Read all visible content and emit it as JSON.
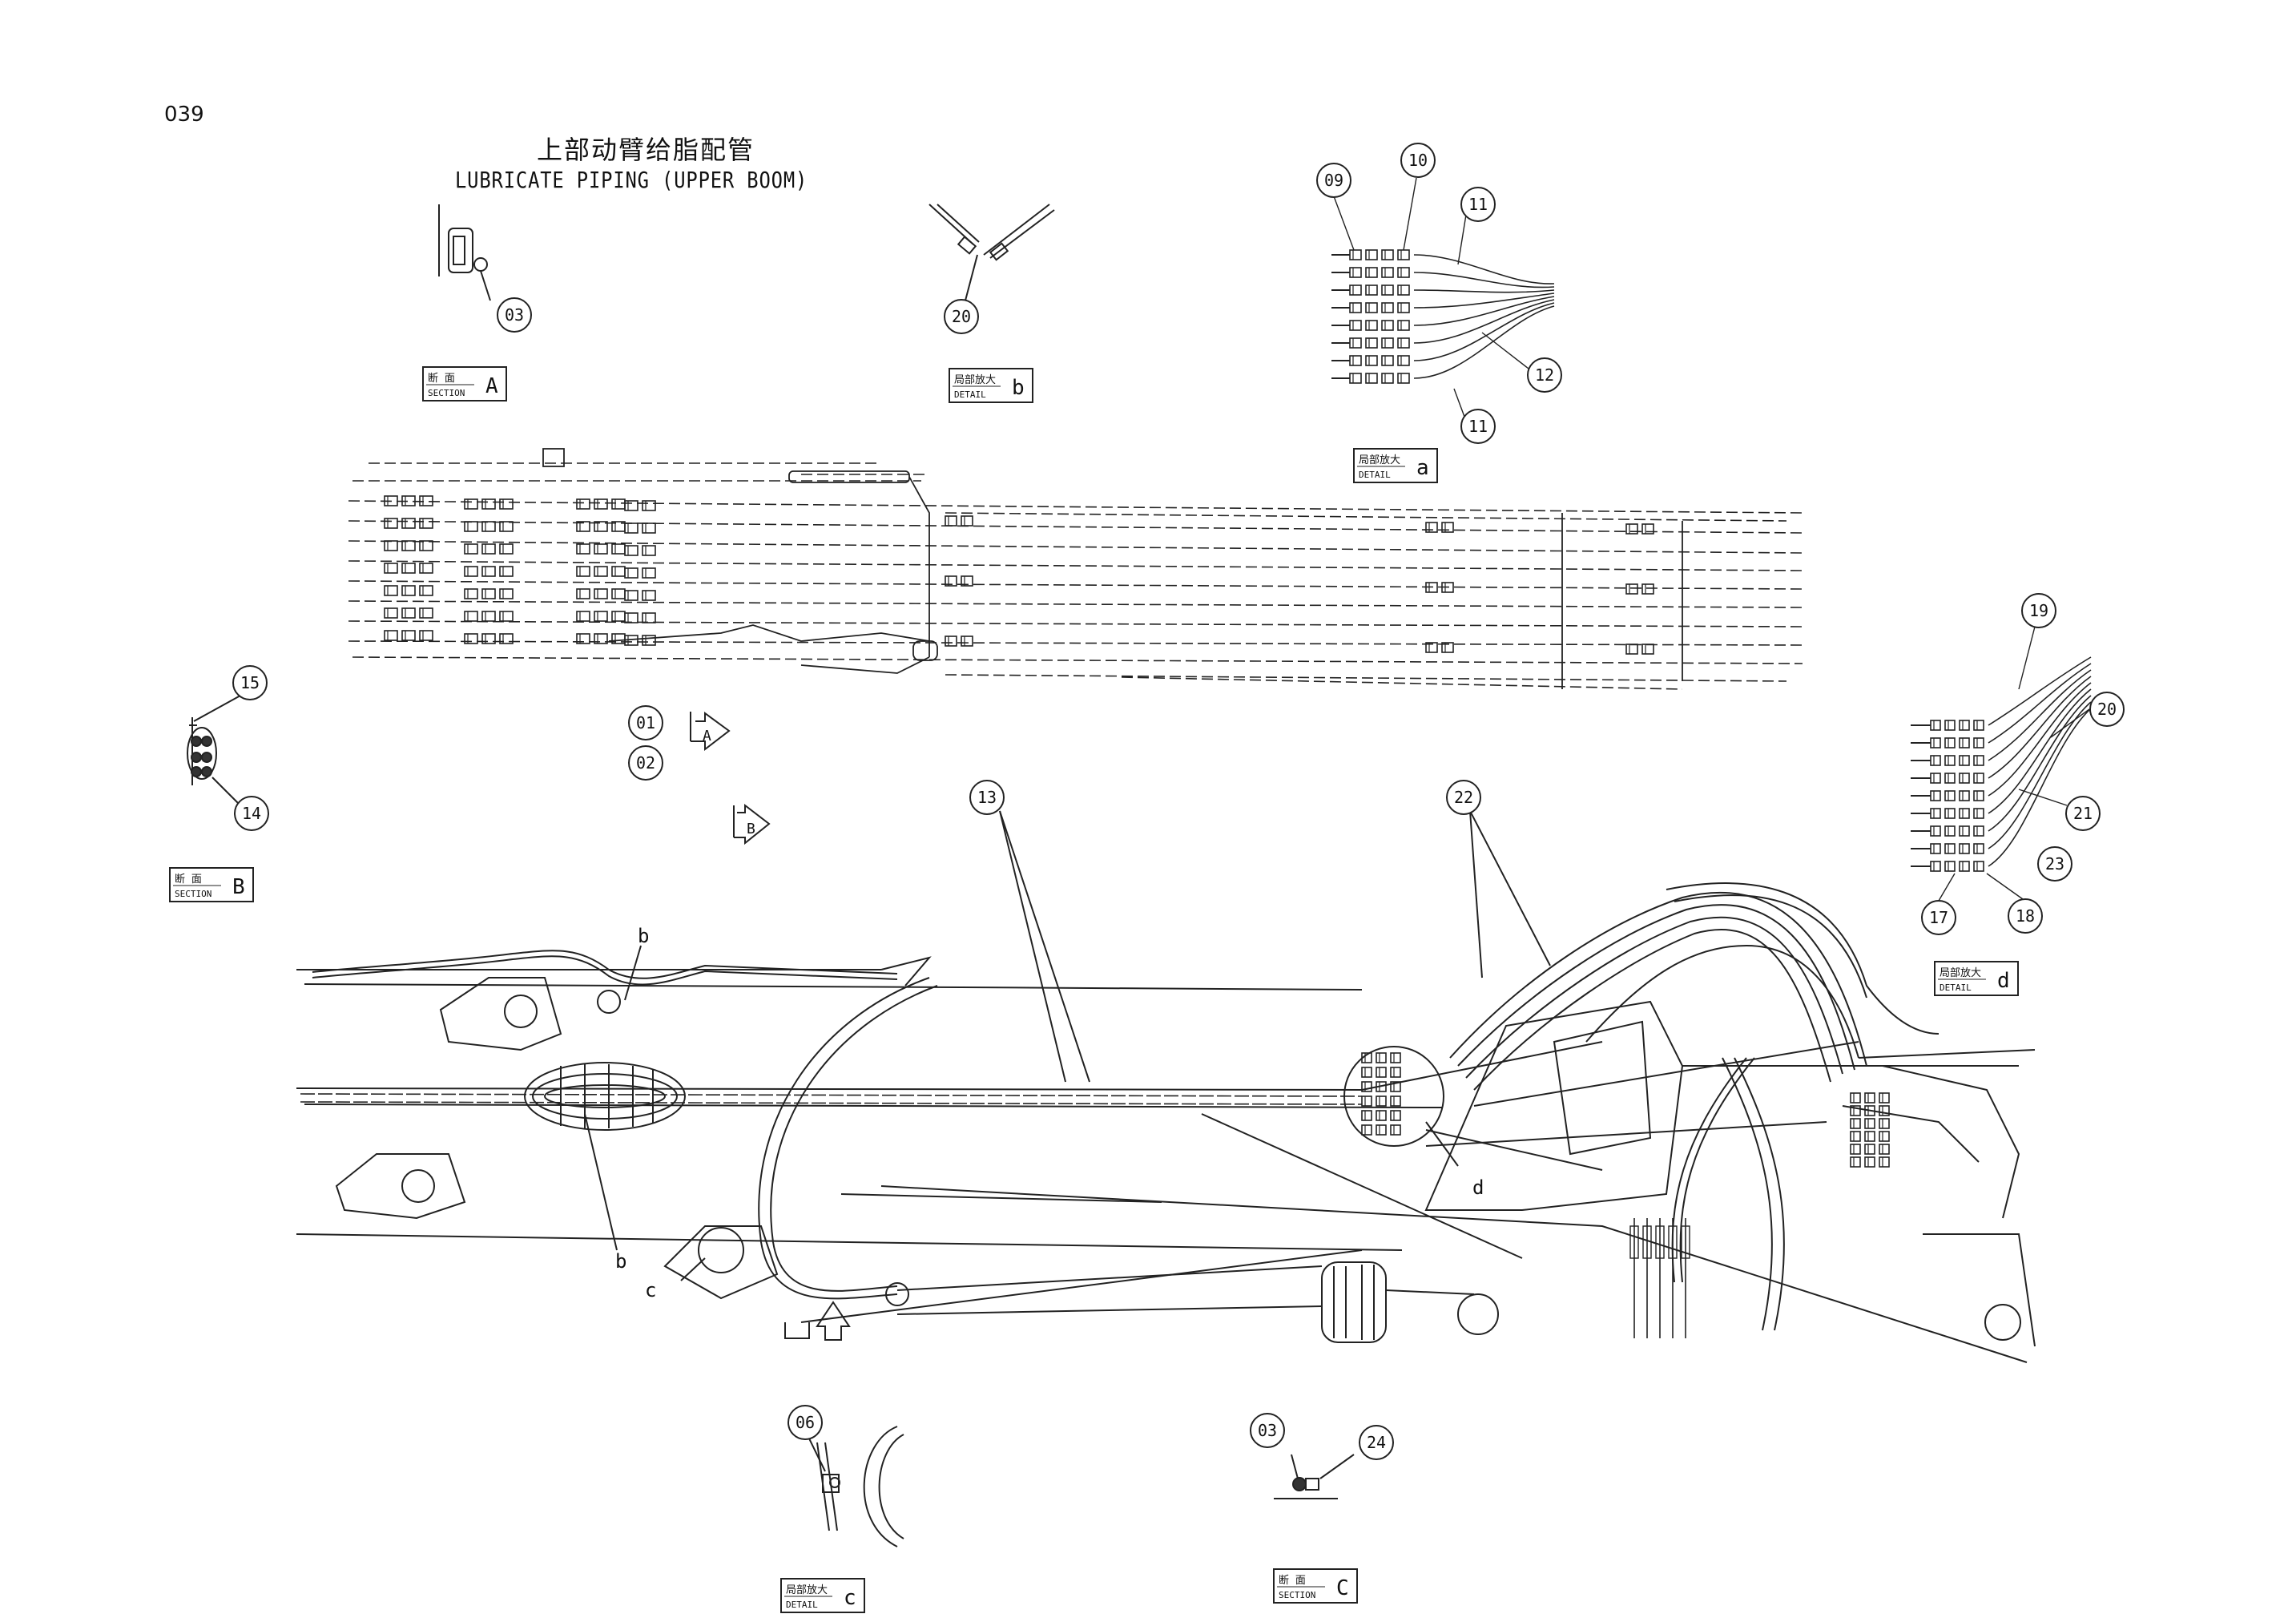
{
  "page": {
    "number": "039",
    "title_cn": "上部动臂给脂配管",
    "title_en": "LUBRICATE PIPING (UPPER BOOM)"
  },
  "callouts": [
    {
      "id": "c-03-a",
      "label": "03"
    },
    {
      "id": "c-20",
      "label": "20"
    },
    {
      "id": "c-09",
      "label": "09"
    },
    {
      "id": "c-10",
      "label": "10"
    },
    {
      "id": "c-11a",
      "label": "11"
    },
    {
      "id": "c-12",
      "label": "12"
    },
    {
      "id": "c-11b",
      "label": "11"
    },
    {
      "id": "c-15",
      "label": "15"
    },
    {
      "id": "c-14",
      "label": "14"
    },
    {
      "id": "c-01",
      "label": "01"
    },
    {
      "id": "c-02",
      "label": "02"
    },
    {
      "id": "c-13",
      "label": "13"
    },
    {
      "id": "c-22",
      "label": "22"
    },
    {
      "id": "c-19",
      "label": "19"
    },
    {
      "id": "c-20b",
      "label": "20"
    },
    {
      "id": "c-21",
      "label": "21"
    },
    {
      "id": "c-23",
      "label": "23"
    },
    {
      "id": "c-17",
      "label": "17"
    },
    {
      "id": "c-18",
      "label": "18"
    },
    {
      "id": "c-06",
      "label": "06"
    },
    {
      "id": "c-03-b",
      "label": "03"
    },
    {
      "id": "c-24",
      "label": "24"
    }
  ],
  "view_labels": {
    "section_a": {
      "cn": "断 面",
      "en": "SECTION",
      "letter": "A"
    },
    "detail_b": {
      "cn": "局部放大",
      "en": "DETAIL",
      "letter": "b"
    },
    "detail_a_top": {
      "cn": "局部放大",
      "en": "DETAIL",
      "letter": "a"
    },
    "section_b": {
      "cn": "断 面",
      "en": "SECTION",
      "letter": "B"
    },
    "detail_d": {
      "cn": "局部放大",
      "en": "DETAIL",
      "letter": "d"
    },
    "detail_c": {
      "cn": "局部放大",
      "en": "DETAIL",
      "letter": "c"
    },
    "section_c": {
      "cn": "断 面",
      "en": "SECTION",
      "letter": "C"
    }
  },
  "arrows": {
    "a": "A",
    "b": "B"
  },
  "letters": {
    "b_top": "b",
    "b_bottom": "b",
    "c": "c",
    "d": "d"
  }
}
